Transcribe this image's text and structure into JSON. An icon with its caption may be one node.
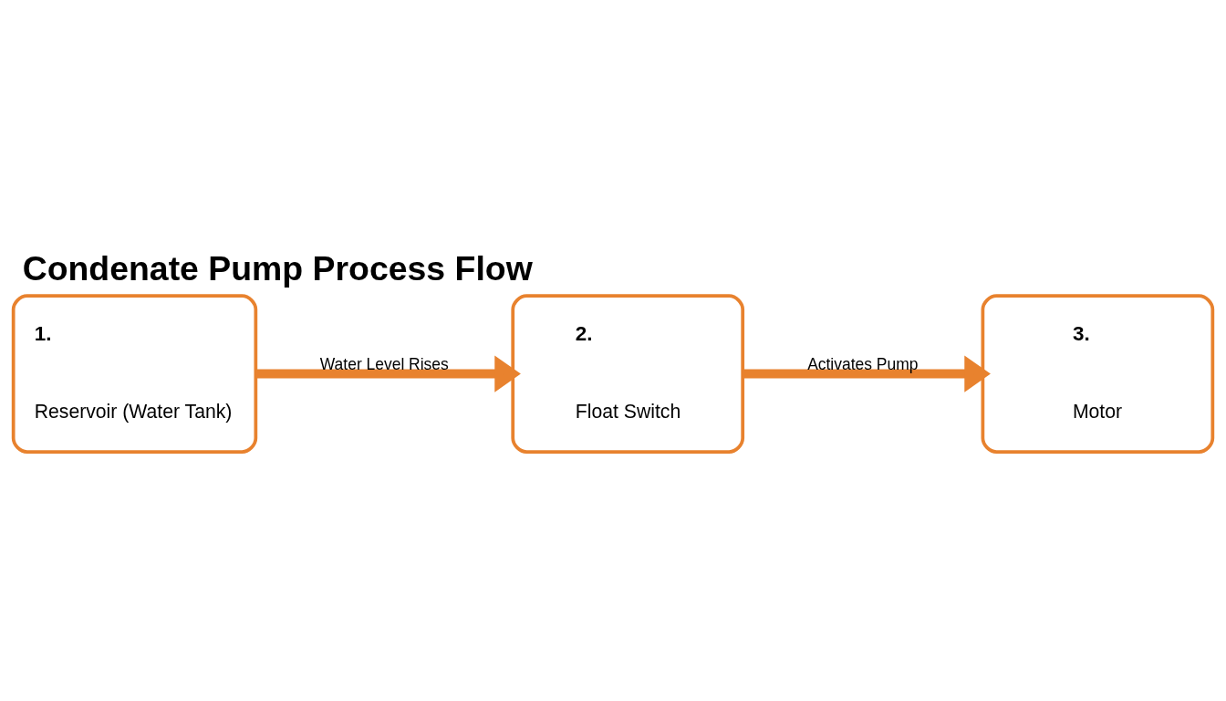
{
  "diagram": {
    "title": "Condenate Pump Process Flow",
    "nodes": [
      {
        "text": [
          "1.",
          "Reservoir (Water Tank)"
        ]
      },
      {
        "text": [
          "2.",
          "Float Switch"
        ]
      },
      {
        "text": [
          "3.",
          "Motor"
        ]
      }
    ],
    "edges": [
      {
        "from": 0,
        "to": 1,
        "arrow": "to",
        "label": "Water Level Rises"
      },
      {
        "from": 1,
        "to": 2,
        "arrow": "to",
        "label": "Activates Pump"
      }
    ]
  }
}
